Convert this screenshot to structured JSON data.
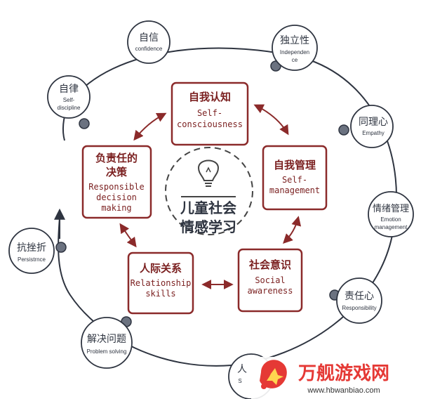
{
  "center": {
    "line1": "儿童社会",
    "line2": "情感学习"
  },
  "core_boxes": [
    {
      "id": "self-consciousness",
      "zh": "自我认知",
      "en1": "Self-",
      "en2": "consciousness",
      "en3": ""
    },
    {
      "id": "self-management",
      "zh": "自我管理",
      "en1": "Self-",
      "en2": "management",
      "en3": ""
    },
    {
      "id": "social-awareness",
      "zh": "社会意识",
      "en1": "Social",
      "en2": "awareness",
      "en3": ""
    },
    {
      "id": "relationship-skills",
      "zh": "人际关系",
      "en1": "Relationship",
      "en2": "skills",
      "en3": ""
    },
    {
      "id": "responsible-decision",
      "zh1": "负责任的",
      "zh2": "决策",
      "en1": "Responsible",
      "en2": "decision",
      "en3": "making"
    }
  ],
  "outer_nodes": [
    {
      "id": "confidence",
      "zh": "自信",
      "en1": "confidence",
      "en2": ""
    },
    {
      "id": "independence",
      "zh": "独立性",
      "en1": "Independen",
      "en2": "ce"
    },
    {
      "id": "empathy",
      "zh": "同理心",
      "en1": "Empathy",
      "en2": ""
    },
    {
      "id": "emotion-management",
      "zh": "情绪管理",
      "en1": "Emotion",
      "en2": "management"
    },
    {
      "id": "responsibility",
      "zh": "责任心",
      "en1": "Responsibility",
      "en2": ""
    },
    {
      "id": "problem-solving",
      "zh": "解决问题",
      "en1": "Problem solving",
      "en2": ""
    },
    {
      "id": "persistence",
      "zh": "抗挫折",
      "en1": "Persistrnce",
      "en2": ""
    },
    {
      "id": "self-discipline",
      "zh": "自律",
      "en1": "Self-",
      "en2": "discipline"
    },
    {
      "id": "bottom-partial",
      "zh": "人",
      "en1": "S",
      "en2": ""
    }
  ],
  "watermark": {
    "brand": "万舰游戏网",
    "url": "www.hbwanbiao.com"
  },
  "colors": {
    "box_stroke": "#8b2a2a",
    "box_text": "#7a1f1f",
    "ink": "#2e3440",
    "dot": "#5b6270",
    "brand_red": "#e53935"
  }
}
